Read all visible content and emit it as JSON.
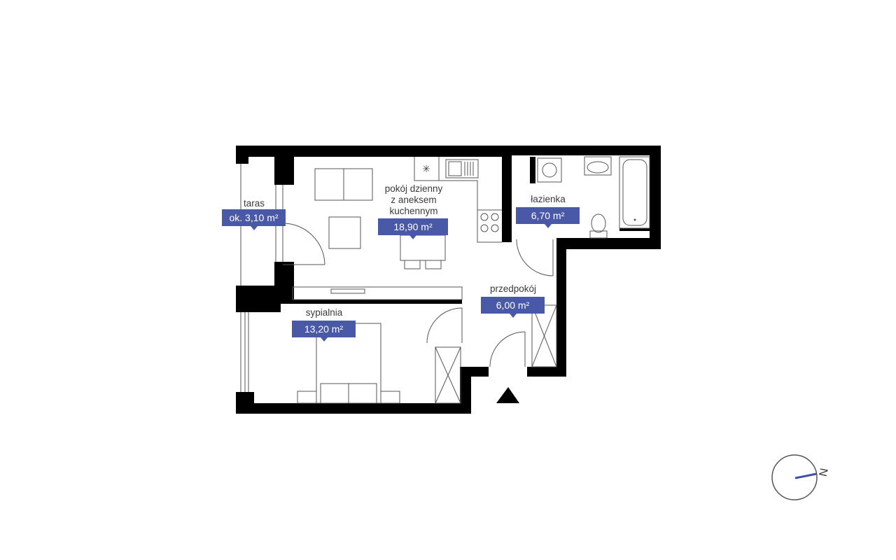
{
  "rooms": {
    "taras": {
      "name": "taras",
      "area": "ok. 3,10 m²"
    },
    "living": {
      "name_line1": "pokój dzienny",
      "name_line2": "z aneksem",
      "name_line3": "kuchennym",
      "area": "18,90 m²"
    },
    "bathroom": {
      "name": "łazienka",
      "area": "6,70 m²"
    },
    "hall": {
      "name": "przedpokój",
      "area": "6,00 m²"
    },
    "bedroom": {
      "name": "sypialnia",
      "area": "13,20 m²"
    }
  },
  "compass": {
    "letter": "N",
    "needle_color": "#3f4fa3"
  },
  "colors": {
    "accent": "#4a59a7",
    "wall": "#000000",
    "line": "#555555"
  }
}
